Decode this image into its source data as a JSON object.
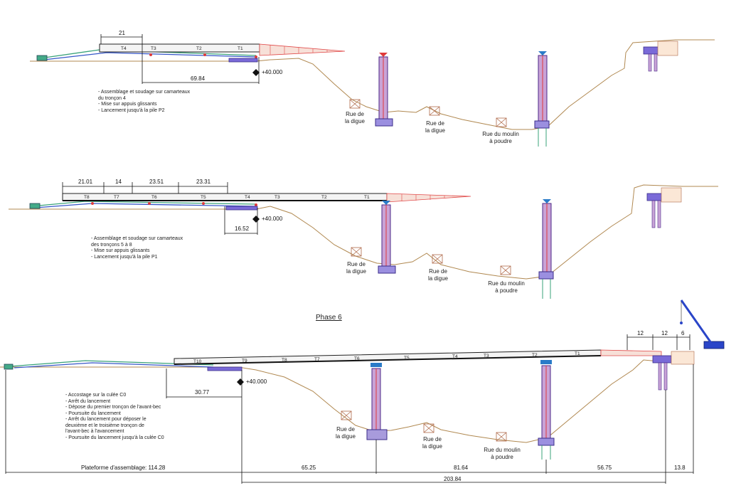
{
  "phase_title": "Phase 6",
  "panel1": {
    "notes": [
      "- Assemblage et soudage sur camarteaux",
      "du tronçon 4",
      "- Mise sur appuis glissants",
      "- Lancement jusqu'à la pile P2"
    ],
    "dims": [
      "21",
      "69.84"
    ],
    "elevation": "+40.000",
    "segments": [
      "T4",
      "T3",
      "T2",
      "T1"
    ],
    "roads": [
      "Rue de\nla digue",
      "Rue de\nla digue",
      "Rue du moulin\nà poudre"
    ]
  },
  "panel2": {
    "notes": [
      "- Assemblage et soudage sur camarteaux",
      "des tronçons 5 à 8",
      "- Mise sur appuis glissants",
      "- Lancement jusqu'à la pile P1"
    ],
    "dims": [
      "21.01",
      "14",
      "23.51",
      "23.31",
      "16.52"
    ],
    "elevation": "+40.000",
    "segments": [
      "T8",
      "T7",
      "T6",
      "T5",
      "T4",
      "T3",
      "T2",
      "T1"
    ],
    "roads": [
      "Rue de\nla digue",
      "Rue de\nla digue",
      "Rue du moulin\nà poudre"
    ]
  },
  "panel3": {
    "notes": [
      "- Accostage sur la culée C0",
      "- Arrêt du lancement",
      "- Dépose du premier tronçon de l'avant-bec",
      "- Poursuite du lancement",
      "- Arrêt du lancement pour déposer le",
      "deuxième et le troisième tronçon de",
      "l'avant-bec à l'avancement",
      "- Poursuite du lancement jusqu'à la culée C0"
    ],
    "dims_top": [
      "12",
      "12",
      "6"
    ],
    "dim_left": "30.77",
    "elevation": "+40.000",
    "segments": [
      "T10",
      "T9",
      "T8",
      "T7",
      "T6",
      "T5",
      "T4",
      "T3",
      "T2",
      "T1"
    ],
    "roads": [
      "Rue de\nla digue",
      "Rue de\nla digue",
      "Rue du moulin\nà poudre"
    ],
    "bottom_dims": [
      "Plateforme d'assemblage: 114.28",
      "65.25",
      "81.64",
      "56.75",
      "13.8"
    ],
    "total_dim": "203.84"
  }
}
